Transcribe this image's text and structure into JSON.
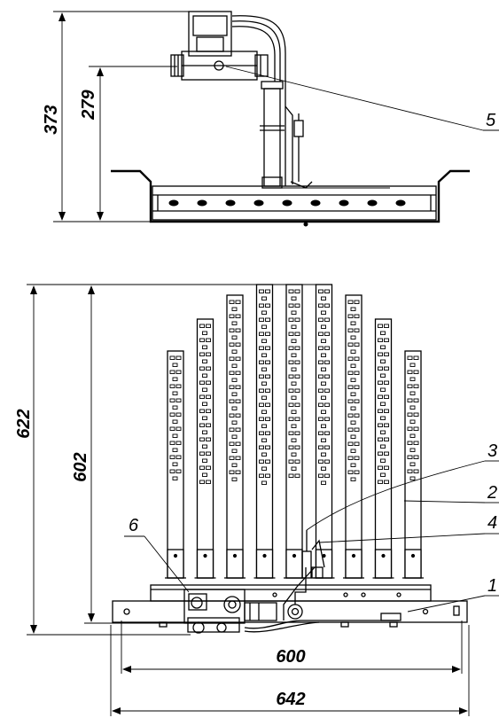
{
  "dimensions": {
    "top_height_total": "373",
    "top_height_valve": "279",
    "front_height_total": "622",
    "front_height_tubes": "602",
    "width_inner": "600",
    "width_outer": "642"
  },
  "callouts": {
    "c1": "1",
    "c2": "2",
    "c3": "3",
    "c4": "4",
    "c5": "5",
    "c6": "6"
  }
}
